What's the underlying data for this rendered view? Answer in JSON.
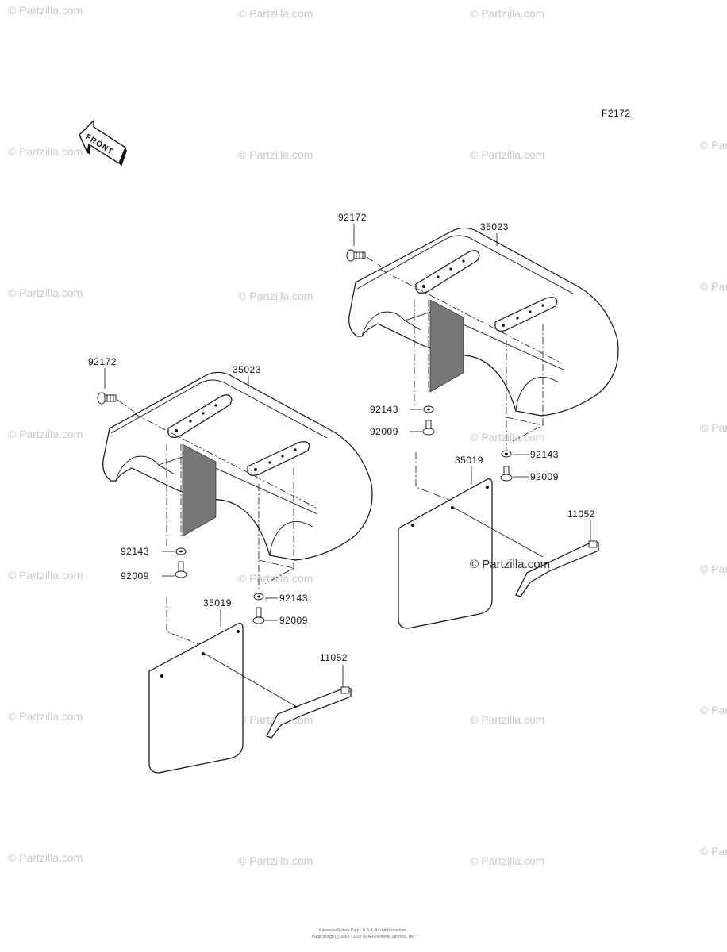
{
  "diagram_code": "F2172",
  "front_arrow_label": "FRONT",
  "watermark_text": "© Partzilla.com",
  "parts": {
    "bolt": "92172",
    "fender": "35023",
    "washer": "92143",
    "screw": "92009",
    "mud_flap": "35019",
    "bracket": "11052"
  },
  "footer": {
    "line1": "Kawasaki Motors Corp., U.S.A. All rights reserved.",
    "line2": "Page design (c) 2001 - 2017 by ARI Network Services, Inc."
  }
}
